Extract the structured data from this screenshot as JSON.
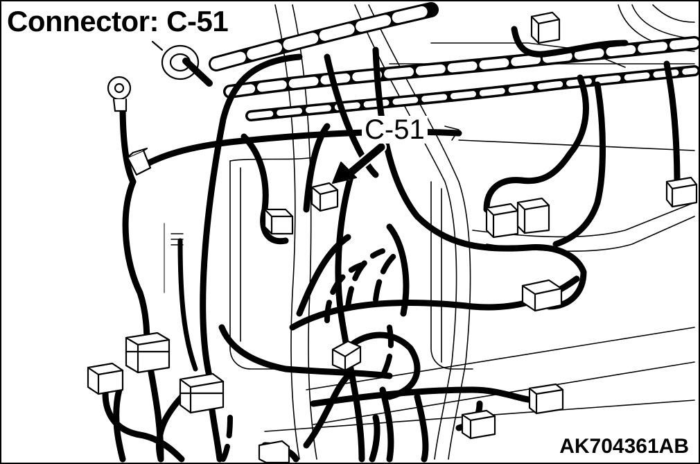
{
  "diagram": {
    "title": "Connector: C-51",
    "callout_label": "C-51",
    "figure_code": "AK704361AB"
  },
  "colors": {
    "ink": "#000000",
    "paper": "#ffffff"
  },
  "icons": [
    "ground-terminal-icon",
    "grommet-icon",
    "connector-icon",
    "arrow-icon"
  ]
}
